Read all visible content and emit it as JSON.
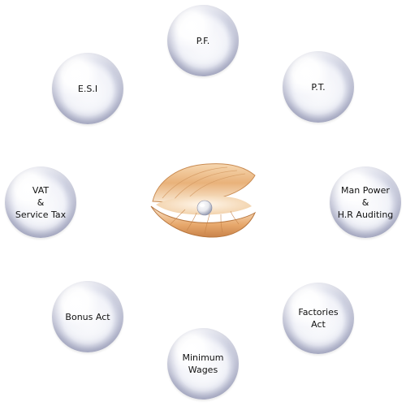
{
  "nodes": {
    "pf": "P.F.",
    "esi": "E.S.I",
    "pt": "P.T.",
    "vat": "VAT\n&\nService Tax",
    "manpower": "Man Power\n&\nH.R Auditing",
    "bonus": "Bonus Act",
    "factories": "Factories\nAct",
    "wages": "Minimum\nWages"
  },
  "center_icon": "pearl-oyster-shell-icon"
}
